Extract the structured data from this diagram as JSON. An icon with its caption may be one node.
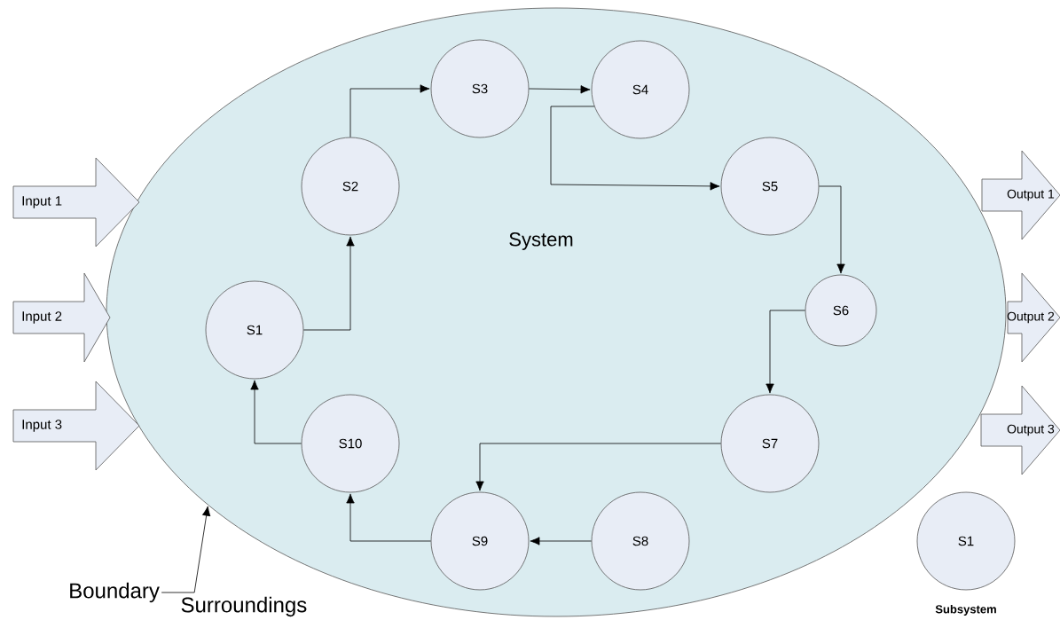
{
  "diagram": {
    "nodes": [
      {
        "text": [
          "Input 1"
        ]
      },
      {
        "text": [
          "Input 2"
        ]
      },
      {
        "text": [
          "Input 3"
        ]
      },
      {
        "text": [
          "System"
        ]
      },
      {
        "text": [
          "S1"
        ],
        "in": 3
      },
      {
        "text": [
          "S2"
        ],
        "in": 3
      },
      {
        "text": [
          "S3"
        ],
        "in": 3
      },
      {
        "text": [
          "S4"
        ],
        "in": 3
      },
      {
        "text": [
          "S5"
        ],
        "in": 3
      },
      {
        "text": [
          "S6"
        ],
        "in": 3
      },
      {
        "text": [
          "S7"
        ],
        "in": 3
      },
      {
        "text": [
          "S8"
        ],
        "in": 3
      },
      {
        "text": [
          "S9"
        ],
        "in": 3
      },
      {
        "text": [
          "S10"
        ],
        "in": 3
      },
      {
        "text": [
          "Output 1"
        ]
      },
      {
        "text": [
          "Output 2"
        ]
      },
      {
        "text": [
          "Output 3"
        ]
      },
      {
        "text": [
          "S1"
        ],
        "beside": [
          "Subsystem"
        ]
      },
      {
        "text": [
          "Boundary"
        ]
      }
    ],
    "edges": [
      {
        "from": 4,
        "to": 5,
        "arrow": "to"
      },
      {
        "from": 5,
        "to": 6,
        "arrow": "to"
      },
      {
        "from": 6,
        "to": 7,
        "arrow": "to"
      },
      {
        "from": 7,
        "to": 8,
        "arrow": "to"
      },
      {
        "from": 8,
        "to": 9,
        "arrow": "to"
      },
      {
        "from": 9,
        "to": 10,
        "arrow": "to"
      },
      {
        "from": 10,
        "to": 12,
        "arrow": "to"
      },
      {
        "from": 11,
        "to": 12,
        "arrow": "to"
      },
      {
        "from": 12,
        "to": 13,
        "arrow": "to"
      },
      {
        "from": 13,
        "to": 4,
        "arrow": "to"
      },
      {
        "from": 18,
        "to": 3,
        "arrow": "to"
      }
    ],
    "labels": [
      "Surroundings"
    ]
  }
}
